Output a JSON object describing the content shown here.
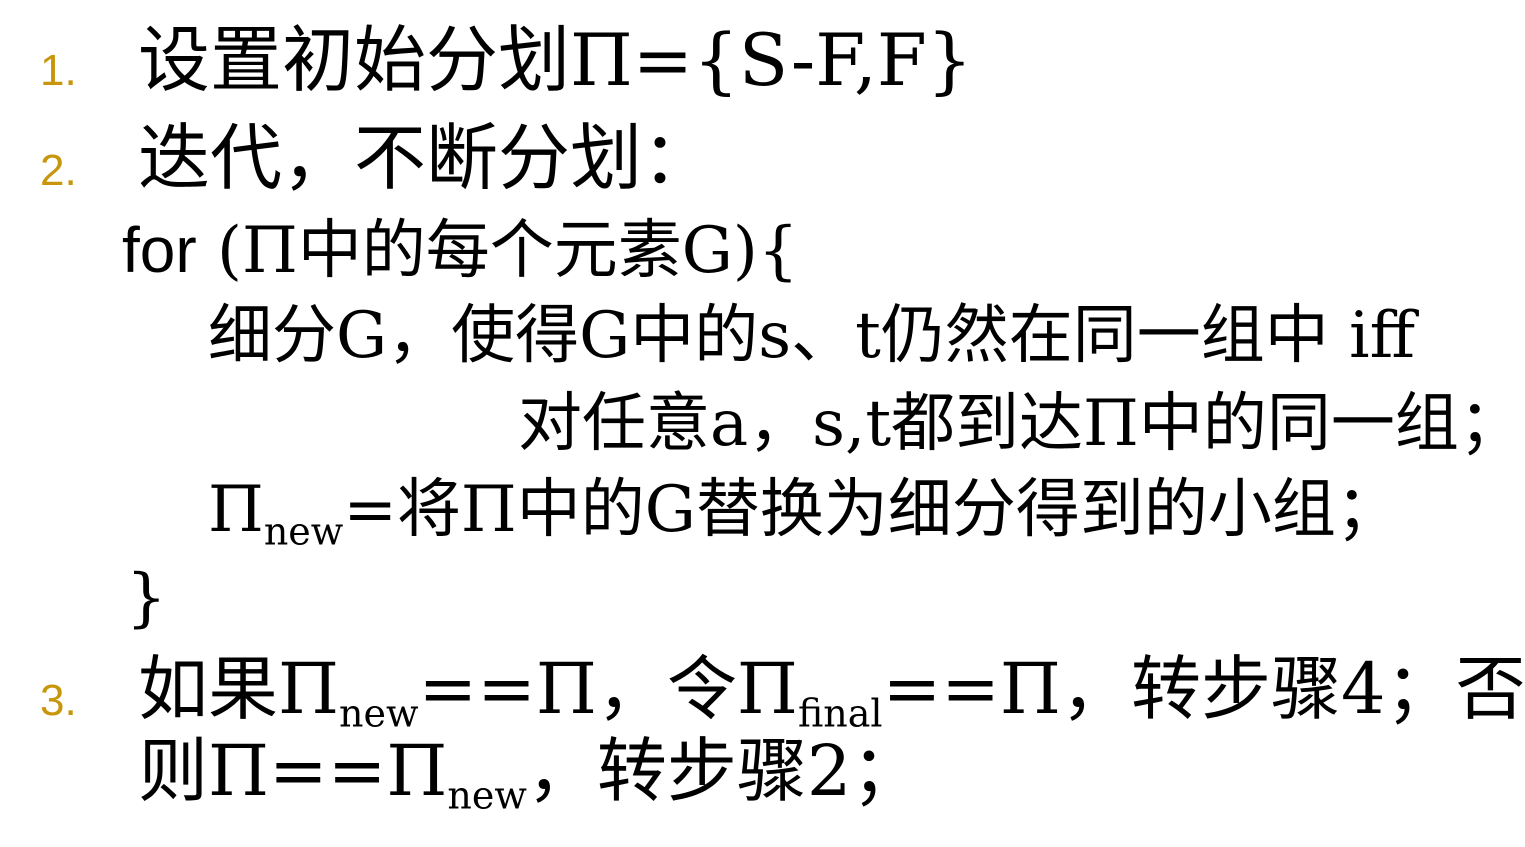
{
  "steps": [
    {
      "number": "1.",
      "text": "设置初始分划Π={S-F,F}"
    },
    {
      "number": "2.",
      "text": "迭代，不断分划："
    },
    {
      "number": "3."
    }
  ],
  "code": {
    "for_kw": "for",
    "for_rest": " (Π中的每个元素G){",
    "refine": "细分G，使得G中的s、t仍然在同一组中 iff",
    "condition": "对任意a，s,t都到达Π中的同一组；",
    "pi": "Π",
    "new_sub": "new",
    "replace_rest": "=将Π中的G替换为细分得到的小组；",
    "close_brace": "}"
  },
  "step3": {
    "l1_a": "如果Π",
    "l1_sub1": "new",
    "l1_b": "==Π，令Π",
    "l1_sub2": "final",
    "l1_c": "==Π，转步骤4；否",
    "l2_a": "则Π==Π",
    "l2_sub": "new",
    "l2_b": "，转步骤2；"
  },
  "colors": {
    "number": "#c8960c",
    "text": "#000000",
    "background": "#ffffff"
  }
}
